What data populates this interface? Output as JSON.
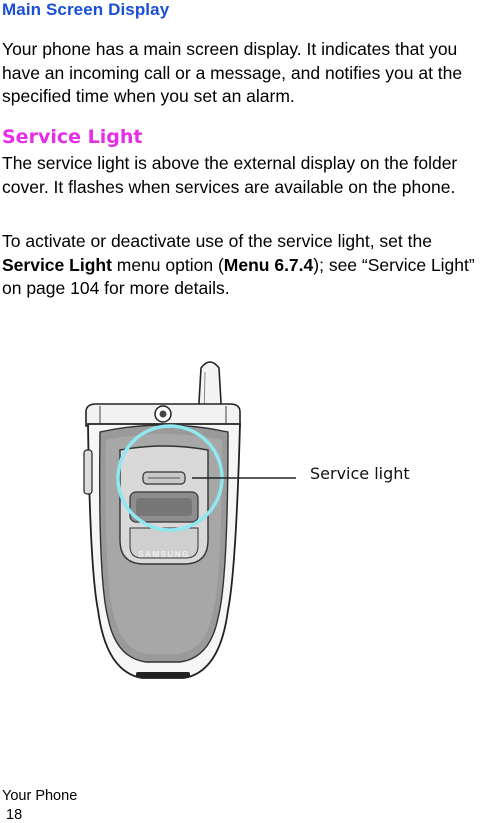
{
  "heading_main": "Main Screen Display",
  "para1": "Your phone has a main screen display. It indicates that you have an incoming call or a message, and notifies you at the specified time when you set an alarm.",
  "heading_sub": "Service Light",
  "para2": "The service light is above the external display on the folder cover. It flashes when services are available on the phone.",
  "para3": {
    "part1": "To activate or deactivate use of the service light, set the ",
    "bold1": "Service Light",
    "part2": " menu option (",
    "bold2": "Menu 6.7.4",
    "part3": "); see “Service Light” on page 104 for more details."
  },
  "figure": {
    "callout": "Service light",
    "brand": "SAMSUNG"
  },
  "footer": {
    "section": "Your Phone",
    "page": "18"
  },
  "colors": {
    "heading_main": "#1a4fd6",
    "heading_sub": "#e62ee6",
    "highlight_ring": "#8fe8f0"
  }
}
